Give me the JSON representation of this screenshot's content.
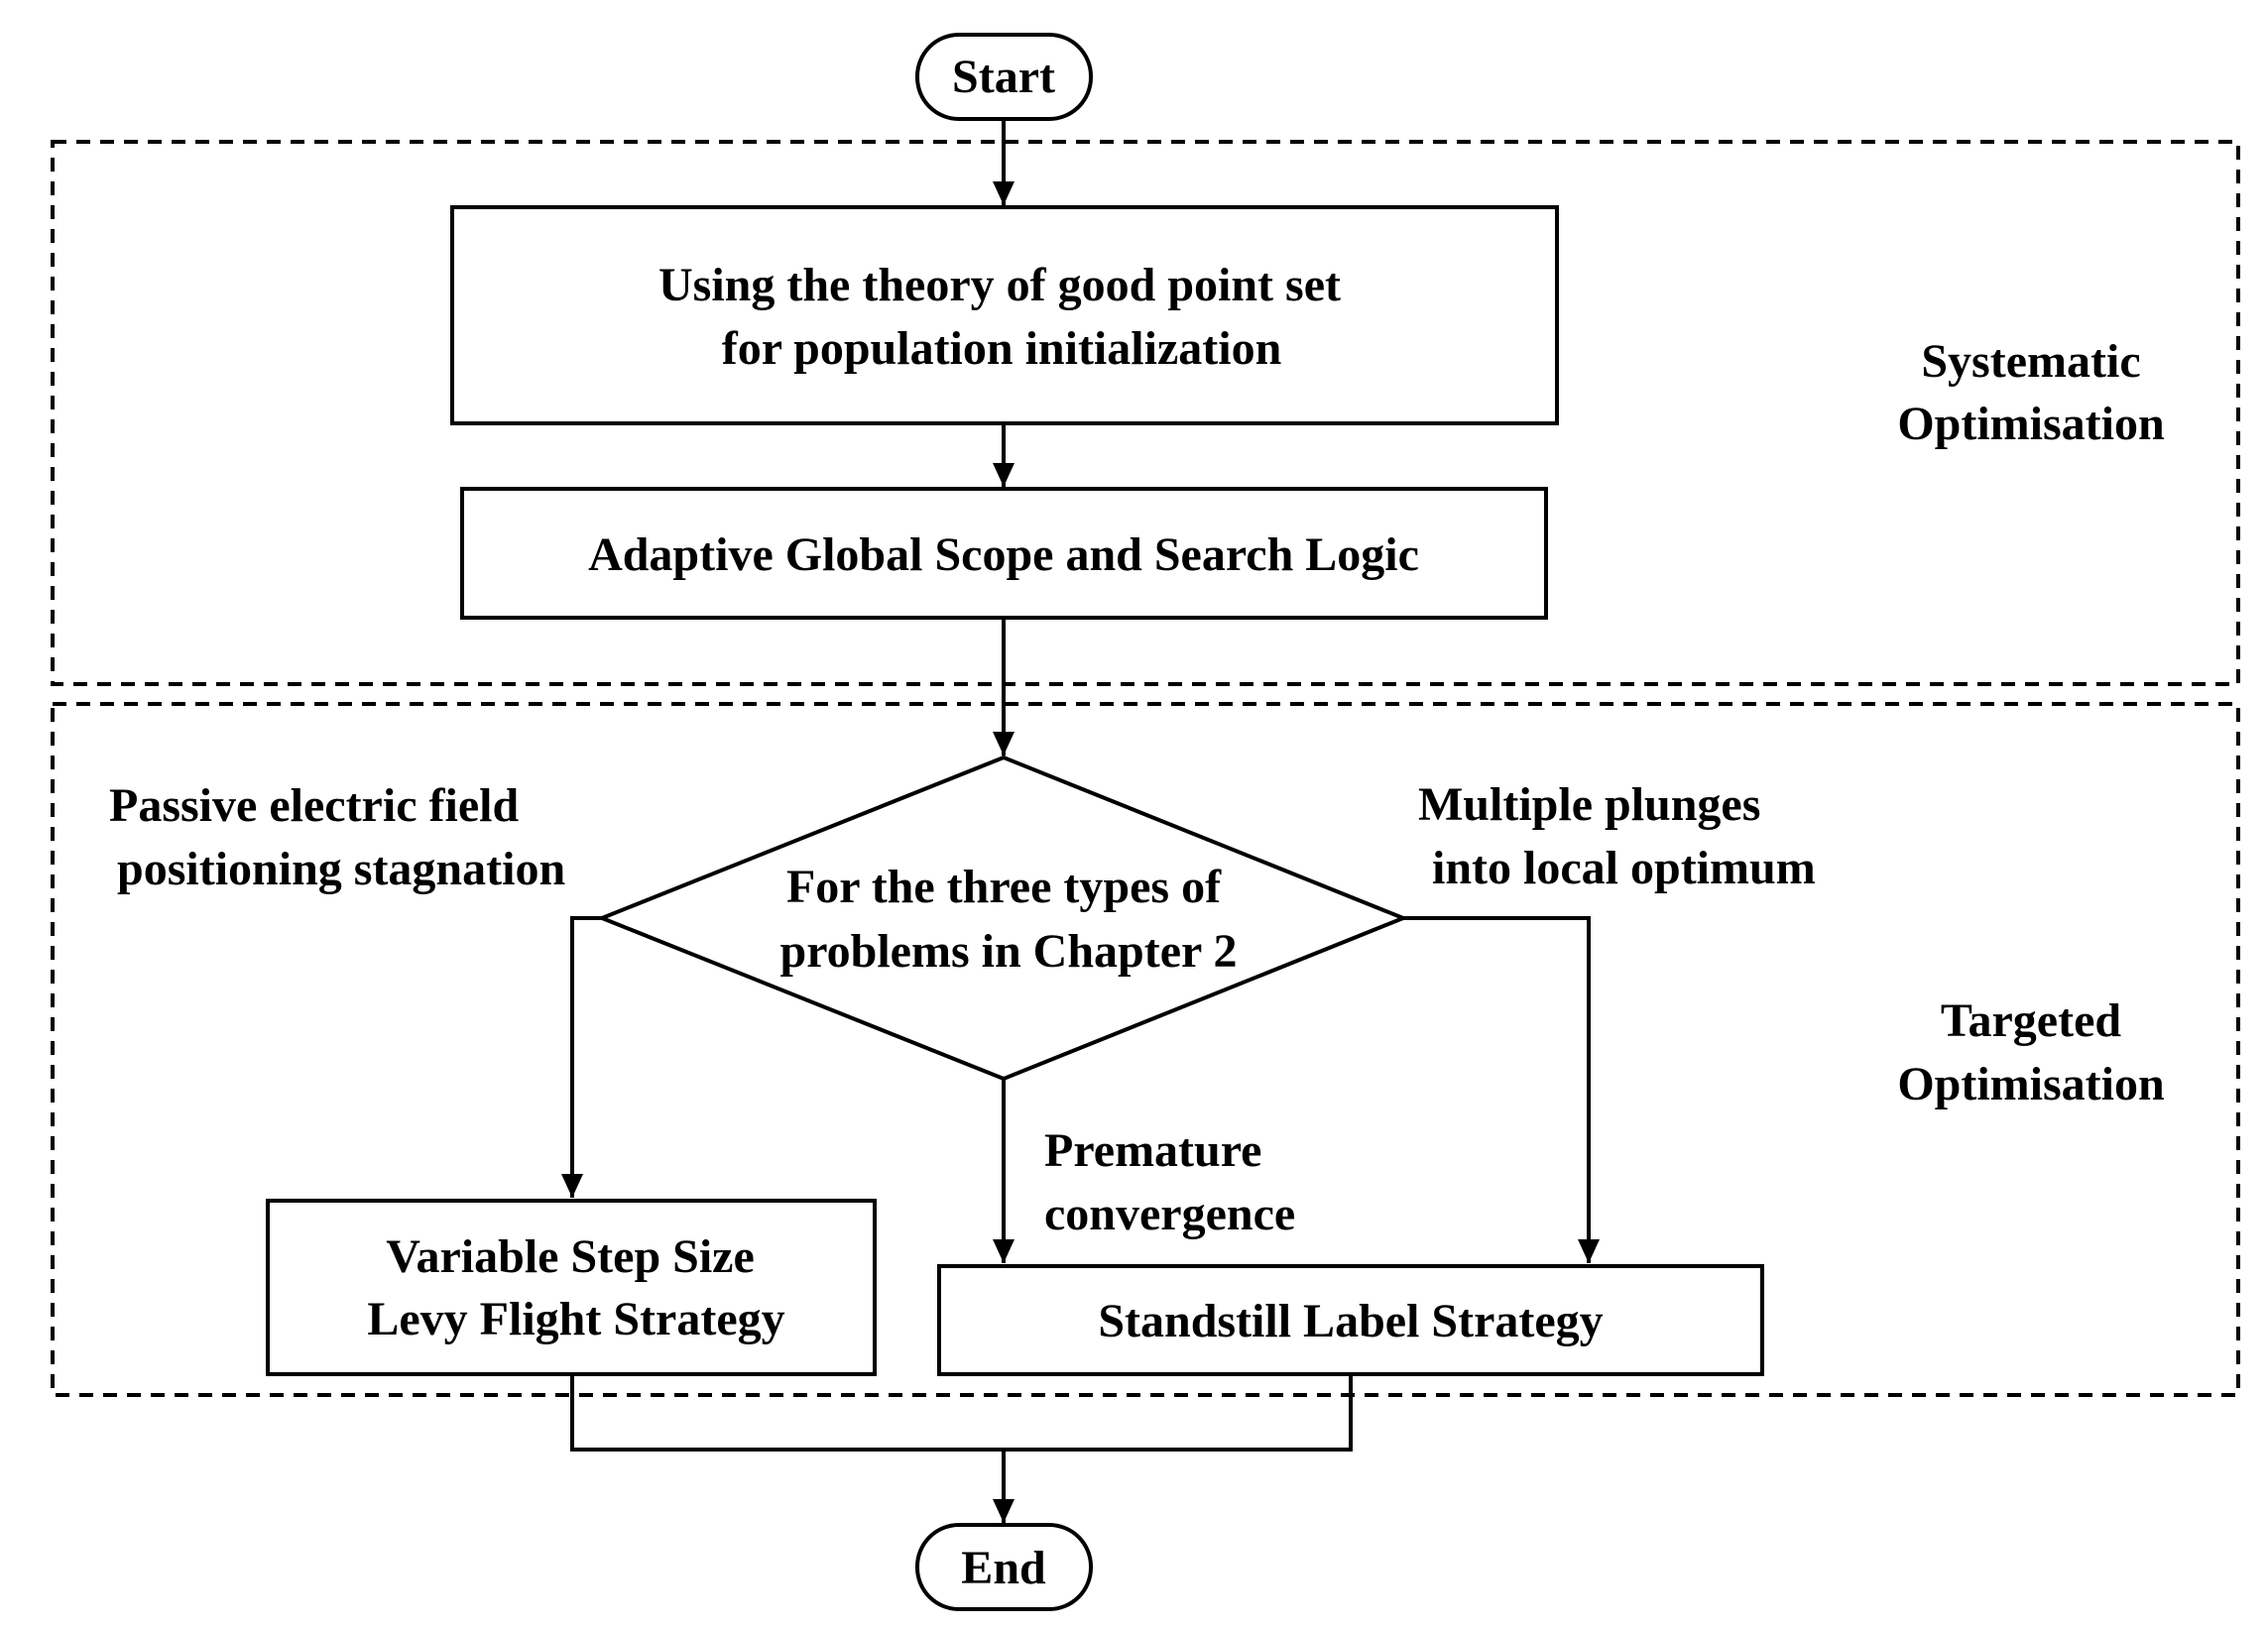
{
  "flowchart": {
    "start": "Start",
    "end": "End",
    "init_box": {
      "line1": "Using the theory of good point set",
      "line2": "for population initialization"
    },
    "adaptive_box": "Adaptive Global Scope and Search Logic",
    "decision": {
      "line1": "For the three types of",
      "line2": "problems in Chapter 2"
    },
    "levy_box": {
      "line1": "Variable Step Size",
      "line2": "Levy Flight Strategy"
    },
    "standstill_box": "Standstill Label Strategy",
    "branch_left": {
      "line1": "Passive electric field",
      "line2": "positioning stagnation"
    },
    "branch_right": {
      "line1": "Multiple plunges",
      "line2": "into local optimum"
    },
    "branch_down": {
      "line1": "Premature",
      "line2": "convergence"
    },
    "region_systematic": {
      "line1": "Systematic",
      "line2": "Optimisation"
    },
    "region_targeted": {
      "line1": "Targeted",
      "line2": "Optimisation"
    }
  },
  "colors": {
    "stroke": "#000000",
    "background": "#ffffff"
  }
}
